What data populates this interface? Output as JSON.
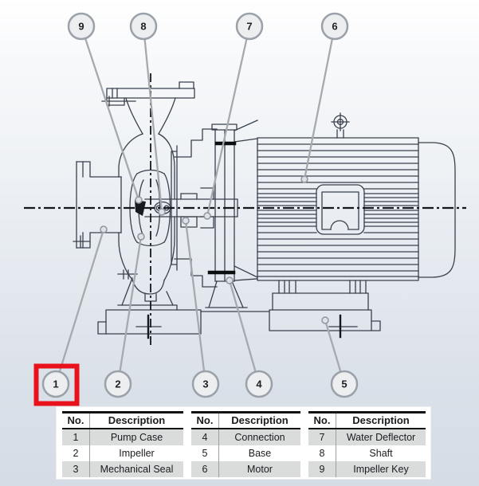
{
  "balloons": {
    "b1": "1",
    "b2": "2",
    "b3": "3",
    "b4": "4",
    "b5": "5",
    "b6": "6",
    "b7": "7",
    "b8": "8",
    "b9": "9"
  },
  "highlight": {
    "color": "#e8111c"
  },
  "parts_table": {
    "groups": [
      {
        "headers": {
          "no": "No.",
          "description": "Description"
        },
        "rows": [
          {
            "no": "1",
            "description": "Pump Case"
          },
          {
            "no": "2",
            "description": "Impeller"
          },
          {
            "no": "3",
            "description": "Mechanical Seal"
          }
        ]
      },
      {
        "headers": {
          "no": "No.",
          "description": "Description"
        },
        "rows": [
          {
            "no": "4",
            "description": "Connection"
          },
          {
            "no": "5",
            "description": "Base"
          },
          {
            "no": "6",
            "description": "Motor"
          }
        ]
      },
      {
        "headers": {
          "no": "No.",
          "description": "Description"
        },
        "rows": [
          {
            "no": "7",
            "description": "Water Deflector"
          },
          {
            "no": "8",
            "description": "Shaft"
          },
          {
            "no": "9",
            "description": "Impeller Key"
          }
        ]
      }
    ]
  }
}
